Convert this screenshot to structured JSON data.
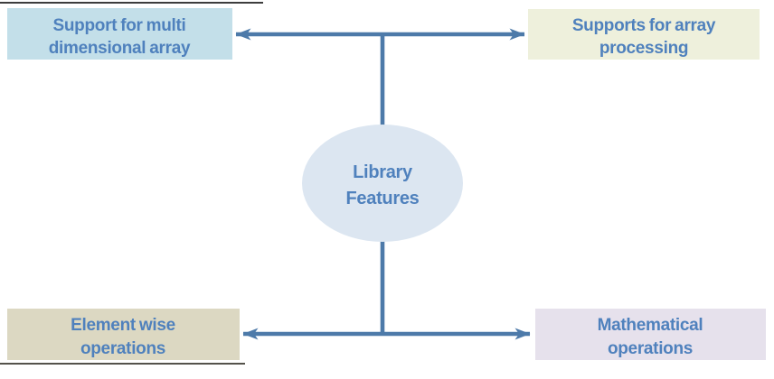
{
  "page": {
    "background": "#ffffff"
  },
  "diagram": {
    "center": {
      "line1": "Library",
      "line2": "Features",
      "fill": "#dce6f1"
    },
    "nodes": {
      "top_left": {
        "line1": "Support for multi",
        "line2": "dimensional array",
        "fill": "#c3dfe9"
      },
      "top_right": {
        "line1": "Supports for array",
        "line2": "processing",
        "fill": "#eef0dc"
      },
      "bottom_left": {
        "line1": "Element wise",
        "line2": "operations",
        "fill": "#dcd8c2"
      },
      "bottom_right": {
        "line1": "Mathematical",
        "line2": "operations",
        "fill": "#e6e1ec"
      }
    },
    "colors": {
      "label_text": "#4f81bd",
      "connector": "#4d7aa9",
      "scan_artifact_top": "#3d3d3d",
      "scan_artifact_bottom": "#54524b"
    }
  }
}
